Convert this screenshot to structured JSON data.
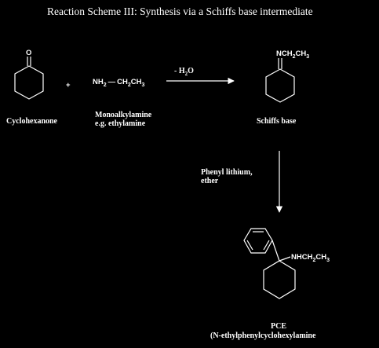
{
  "title": "Reaction Scheme III: Synthesis via a Schiffs base intermediate",
  "colors": {
    "background": "#000000",
    "foreground": "#ffffff"
  },
  "step1": {
    "plus": "+",
    "amine_formula": {
      "nh": "NH",
      "nh_sub": "2",
      "dash": "—",
      "ch2": "CH",
      "ch2_sub": "2",
      "ch3": "CH",
      "ch3_sub": "3"
    },
    "arrow_label": {
      "prefix": "- H",
      "sub": "2",
      "suffix": "O"
    },
    "reactant1_label": "Cyclohexanone",
    "reactant2_label_line1": "Monoalkylamine",
    "reactant2_label_line2": "e.g. ethylamine",
    "carbonyl_atom": "O",
    "product_label": "Schiffs base",
    "imine_formula": {
      "n": "NCH",
      "n_sub": "2",
      "ch3": "CH",
      "ch3_sub": "3"
    }
  },
  "step2": {
    "reagent_line1": "Phenyl lithium,",
    "reagent_line2": "ether",
    "product_substituent": {
      "nh": "NHCH",
      "nh_sub": "2",
      "ch3": "CH",
      "ch3_sub": "3"
    },
    "product_label_line1": "PCE",
    "product_label_line2": "(N-ethylphenylcyclohexylamine"
  }
}
